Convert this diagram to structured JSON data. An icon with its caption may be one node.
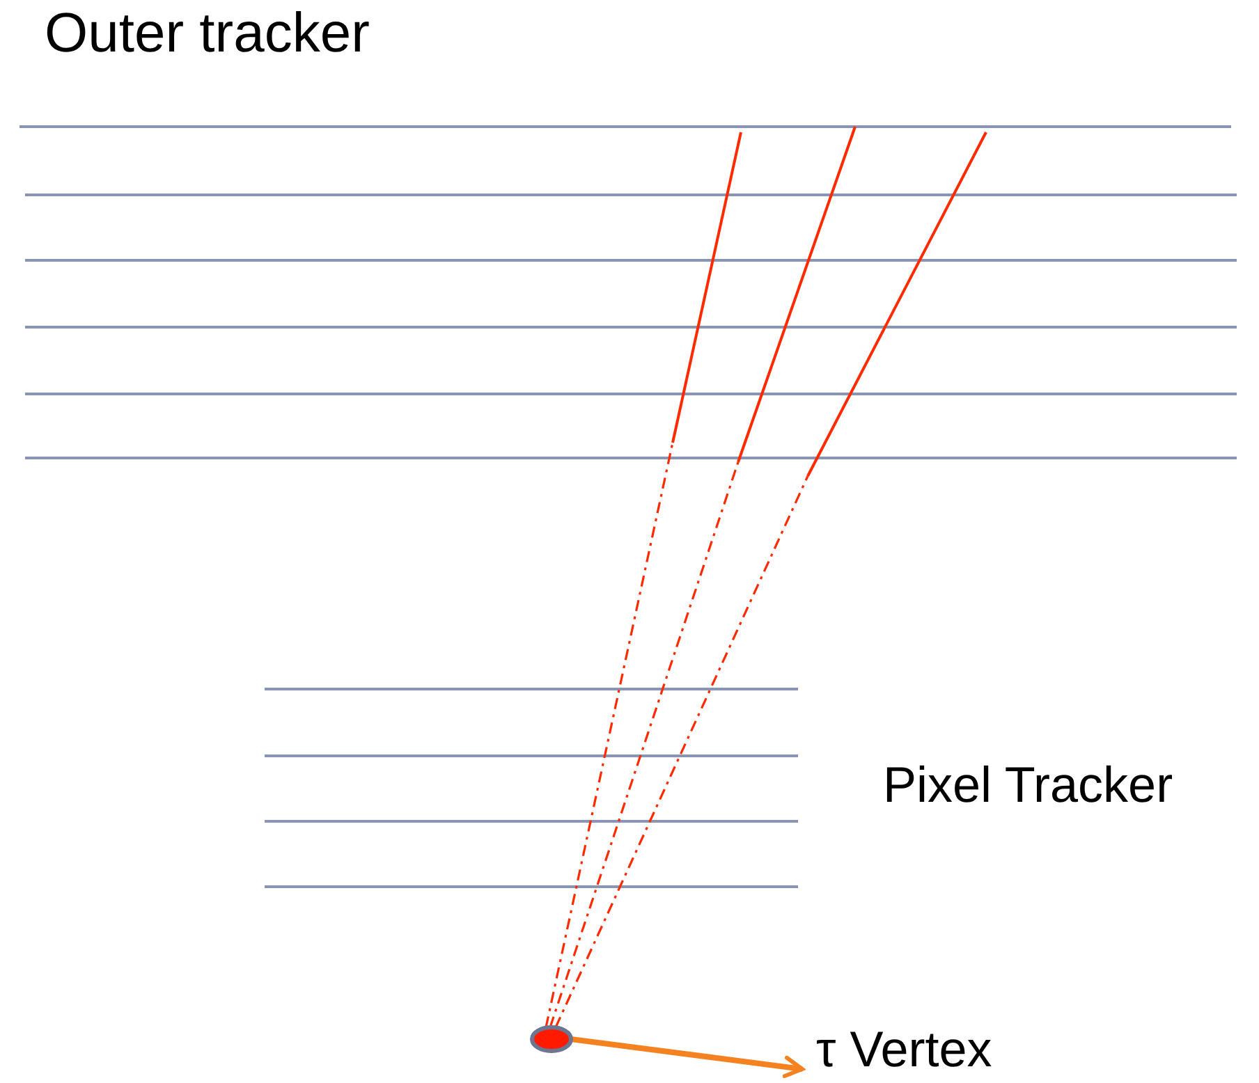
{
  "diagram": {
    "nodes": [
      {
        "text": [],
        "shape": "circle"
      },
      {
        "text": [
          "τ Vertex"
        ]
      }
    ],
    "edges": [
      {
        "from": 0,
        "to": 1,
        "arrow": "to",
        "color": "#f58220"
      }
    ],
    "labels": [
      "Outer tracker",
      "Pixel Tracker"
    ]
  }
}
